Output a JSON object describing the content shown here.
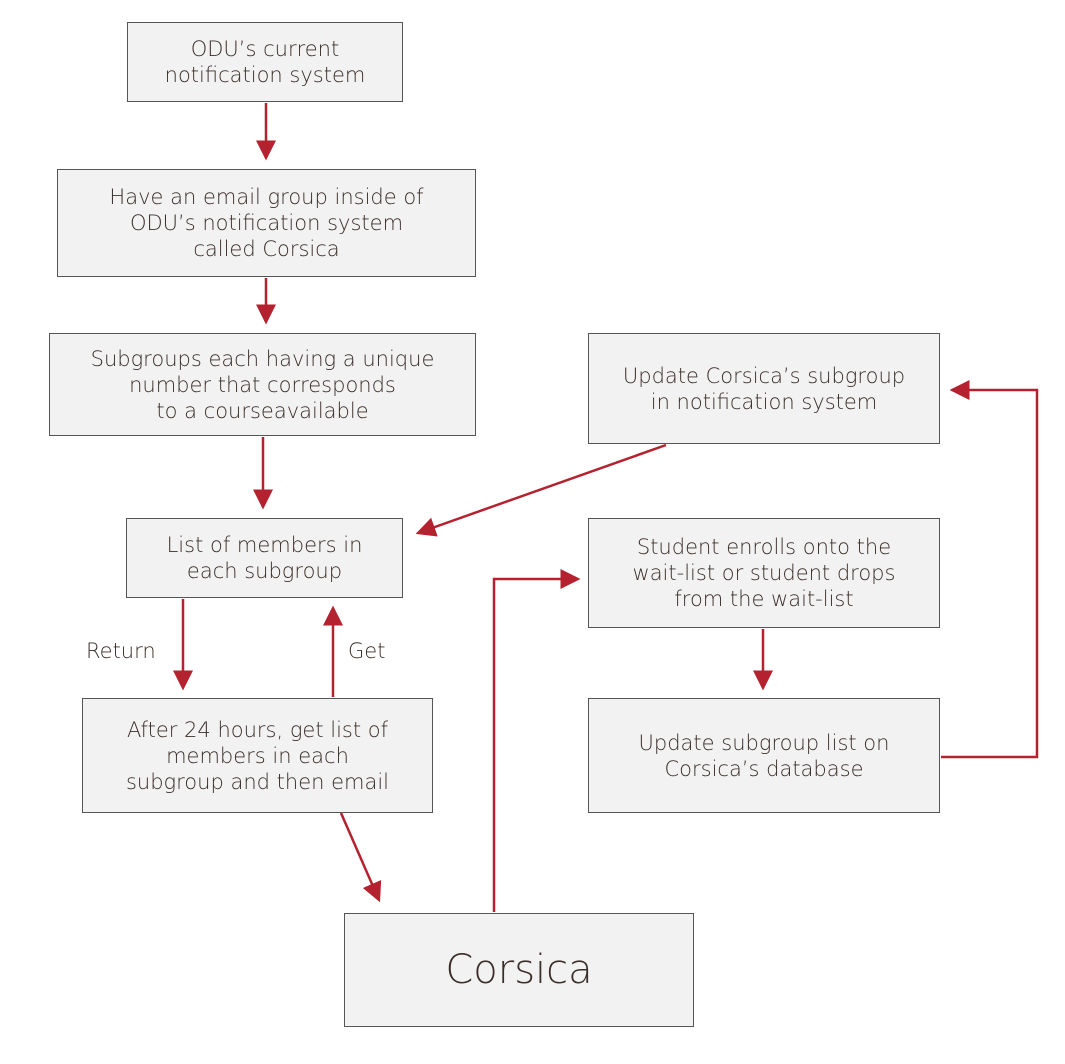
{
  "nodes": {
    "odu_current": "ODU’s current\nnotification system",
    "email_group": "Have an email group inside of\nODU’s notification system\ncalled Corsica",
    "subgroups": "Subgroups each having a unique\nnumber that corresponds\nto a courseavailable",
    "update_subgroup": "Update Corsica’s subgroup\nin notification system",
    "list_members": "List of members in\neach subgroup",
    "student_enrolls": "Student enrolls onto the\nwait-list or student drops\nfrom the wait-list",
    "after_24": "After 24 hours, get list of\nmembers in each\nsubgroup and then email",
    "update_database": "Update subgroup list on\nCorsica’s database",
    "corsica": "Corsica"
  },
  "edge_labels": {
    "return": "Return",
    "get": "Get"
  },
  "colors": {
    "arrow": "#b5222f",
    "box_fill": "#f2f2f2",
    "box_border": "#555555",
    "text": "#3a2e2a"
  }
}
